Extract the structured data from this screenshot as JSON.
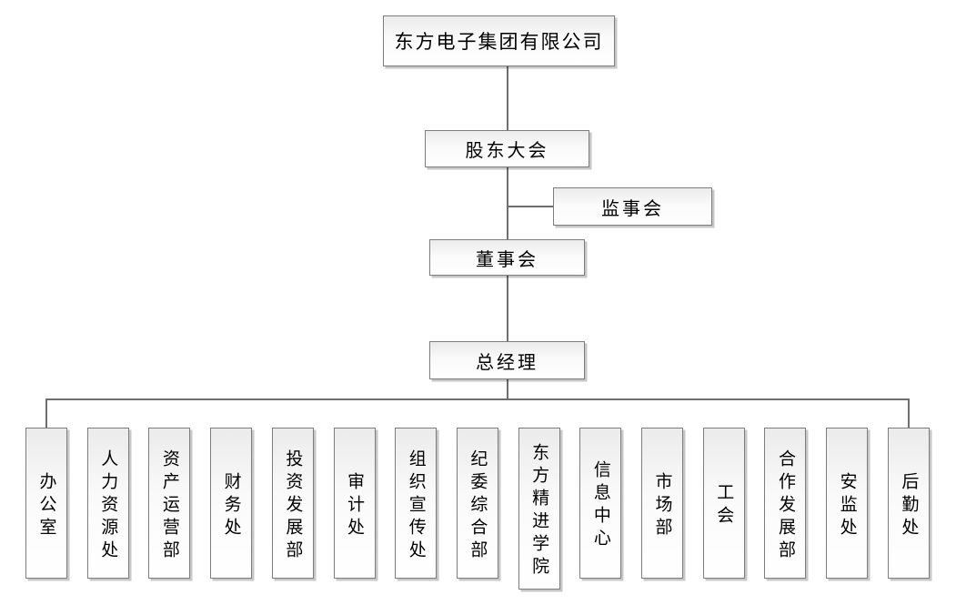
{
  "org_chart": {
    "root": {
      "label": "东方电子集团有限公司"
    },
    "nodes": {
      "shareholders": {
        "label": "股东大会"
      },
      "supervisors": {
        "label": "监事会"
      },
      "board": {
        "label": "董事会"
      },
      "gm": {
        "label": "总经理"
      }
    },
    "departments": [
      "办公室",
      "人力资源处",
      "资产运营部",
      "财务处",
      "投资发展部",
      "审计处",
      "组织宣传处",
      "纪委综合部",
      "东方精进学院",
      "信息中心",
      "市场部",
      "工会",
      "合作发展部",
      "安监处",
      "后勤处"
    ]
  },
  "colors": {
    "background": "#ffffff",
    "box_border": "#7d7d7d",
    "box_fill_top": "#ebebeb",
    "box_fill_bottom": "#ffffff",
    "connector": "#6e6e6e",
    "text": "#000000"
  }
}
